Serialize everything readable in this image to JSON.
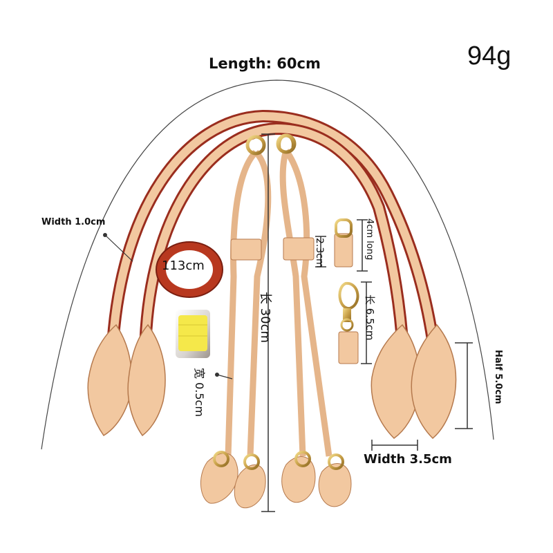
{
  "weight": "94g",
  "labels": {
    "length": "Length: 60cm",
    "strap_width": "Width 1.0cm",
    "tape_length": "113cm",
    "small_strap_length": "长 30cm",
    "small_strap_width": "宽 0.5cm",
    "tab_height": "2.3cm",
    "clip_length": "4cm long",
    "hook_length": "长 6.5cm",
    "end_width": "Width 3.5cm",
    "end_half": "Half 5.0cm"
  },
  "colors": {
    "leather": "#f2c8a0",
    "leather_edge": "#9a2d1e",
    "metal": "#c9a14a",
    "thread": "#f5e84a"
  }
}
